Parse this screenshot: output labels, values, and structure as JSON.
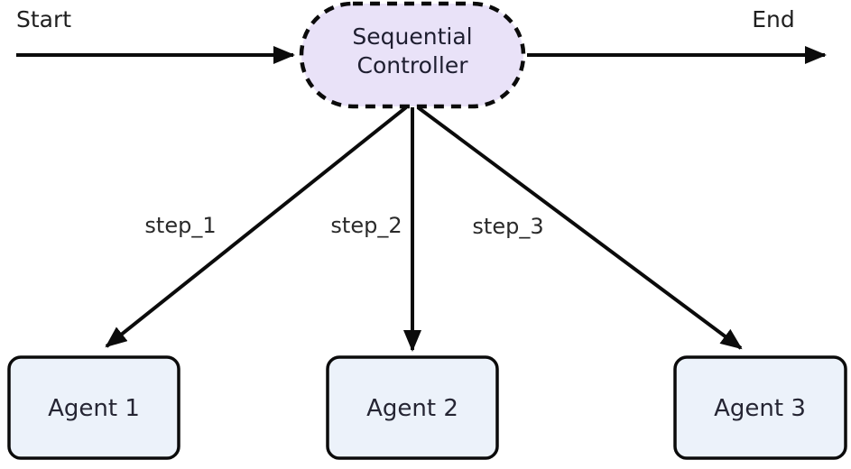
{
  "diagram": {
    "background_color": "#ffffff",
    "edge_color": "#0b0b0b",
    "labels": {
      "start": "Start",
      "end": "End"
    },
    "controller": {
      "label_line1": "Sequential",
      "label_line2": "Controller",
      "fill": "#E9E2F8",
      "border_style": "dashed",
      "shape": "stadium"
    },
    "steps": [
      {
        "label": "step_1"
      },
      {
        "label": "step_2"
      },
      {
        "label": "step_3"
      }
    ],
    "agents": [
      {
        "label": "Agent 1",
        "fill": "#ECF2FA"
      },
      {
        "label": "Agent 2",
        "fill": "#ECF2FA"
      },
      {
        "label": "Agent 3",
        "fill": "#ECF2FA"
      }
    ]
  }
}
